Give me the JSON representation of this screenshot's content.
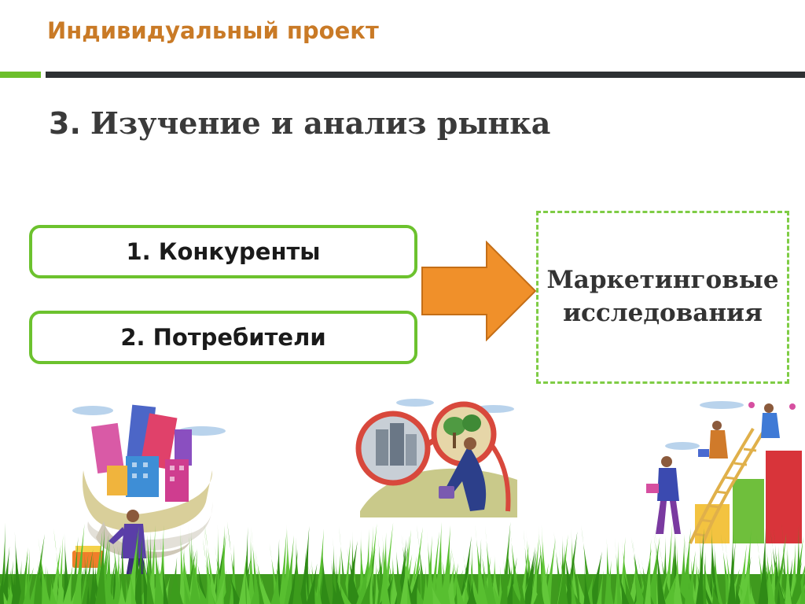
{
  "header": {
    "title": "Индивидуальный проект"
  },
  "subtitle": {
    "number": "3.",
    "text": "Изучение и анализ рынка"
  },
  "inputs": [
    {
      "label": "1. Конкуренты"
    },
    {
      "label": "2. Потребители"
    }
  ],
  "result": {
    "line1": "Маркетинговые",
    "line2": "исследования"
  },
  "colors": {
    "title": "#c97a26",
    "accent_green": "#6cc22e",
    "arrow": "#f0902a",
    "rule_dark": "#2d3133"
  },
  "illustrations": [
    "city-buildings-illustration",
    "magnifying-glasses-illustration",
    "career-ladder-illustration"
  ]
}
